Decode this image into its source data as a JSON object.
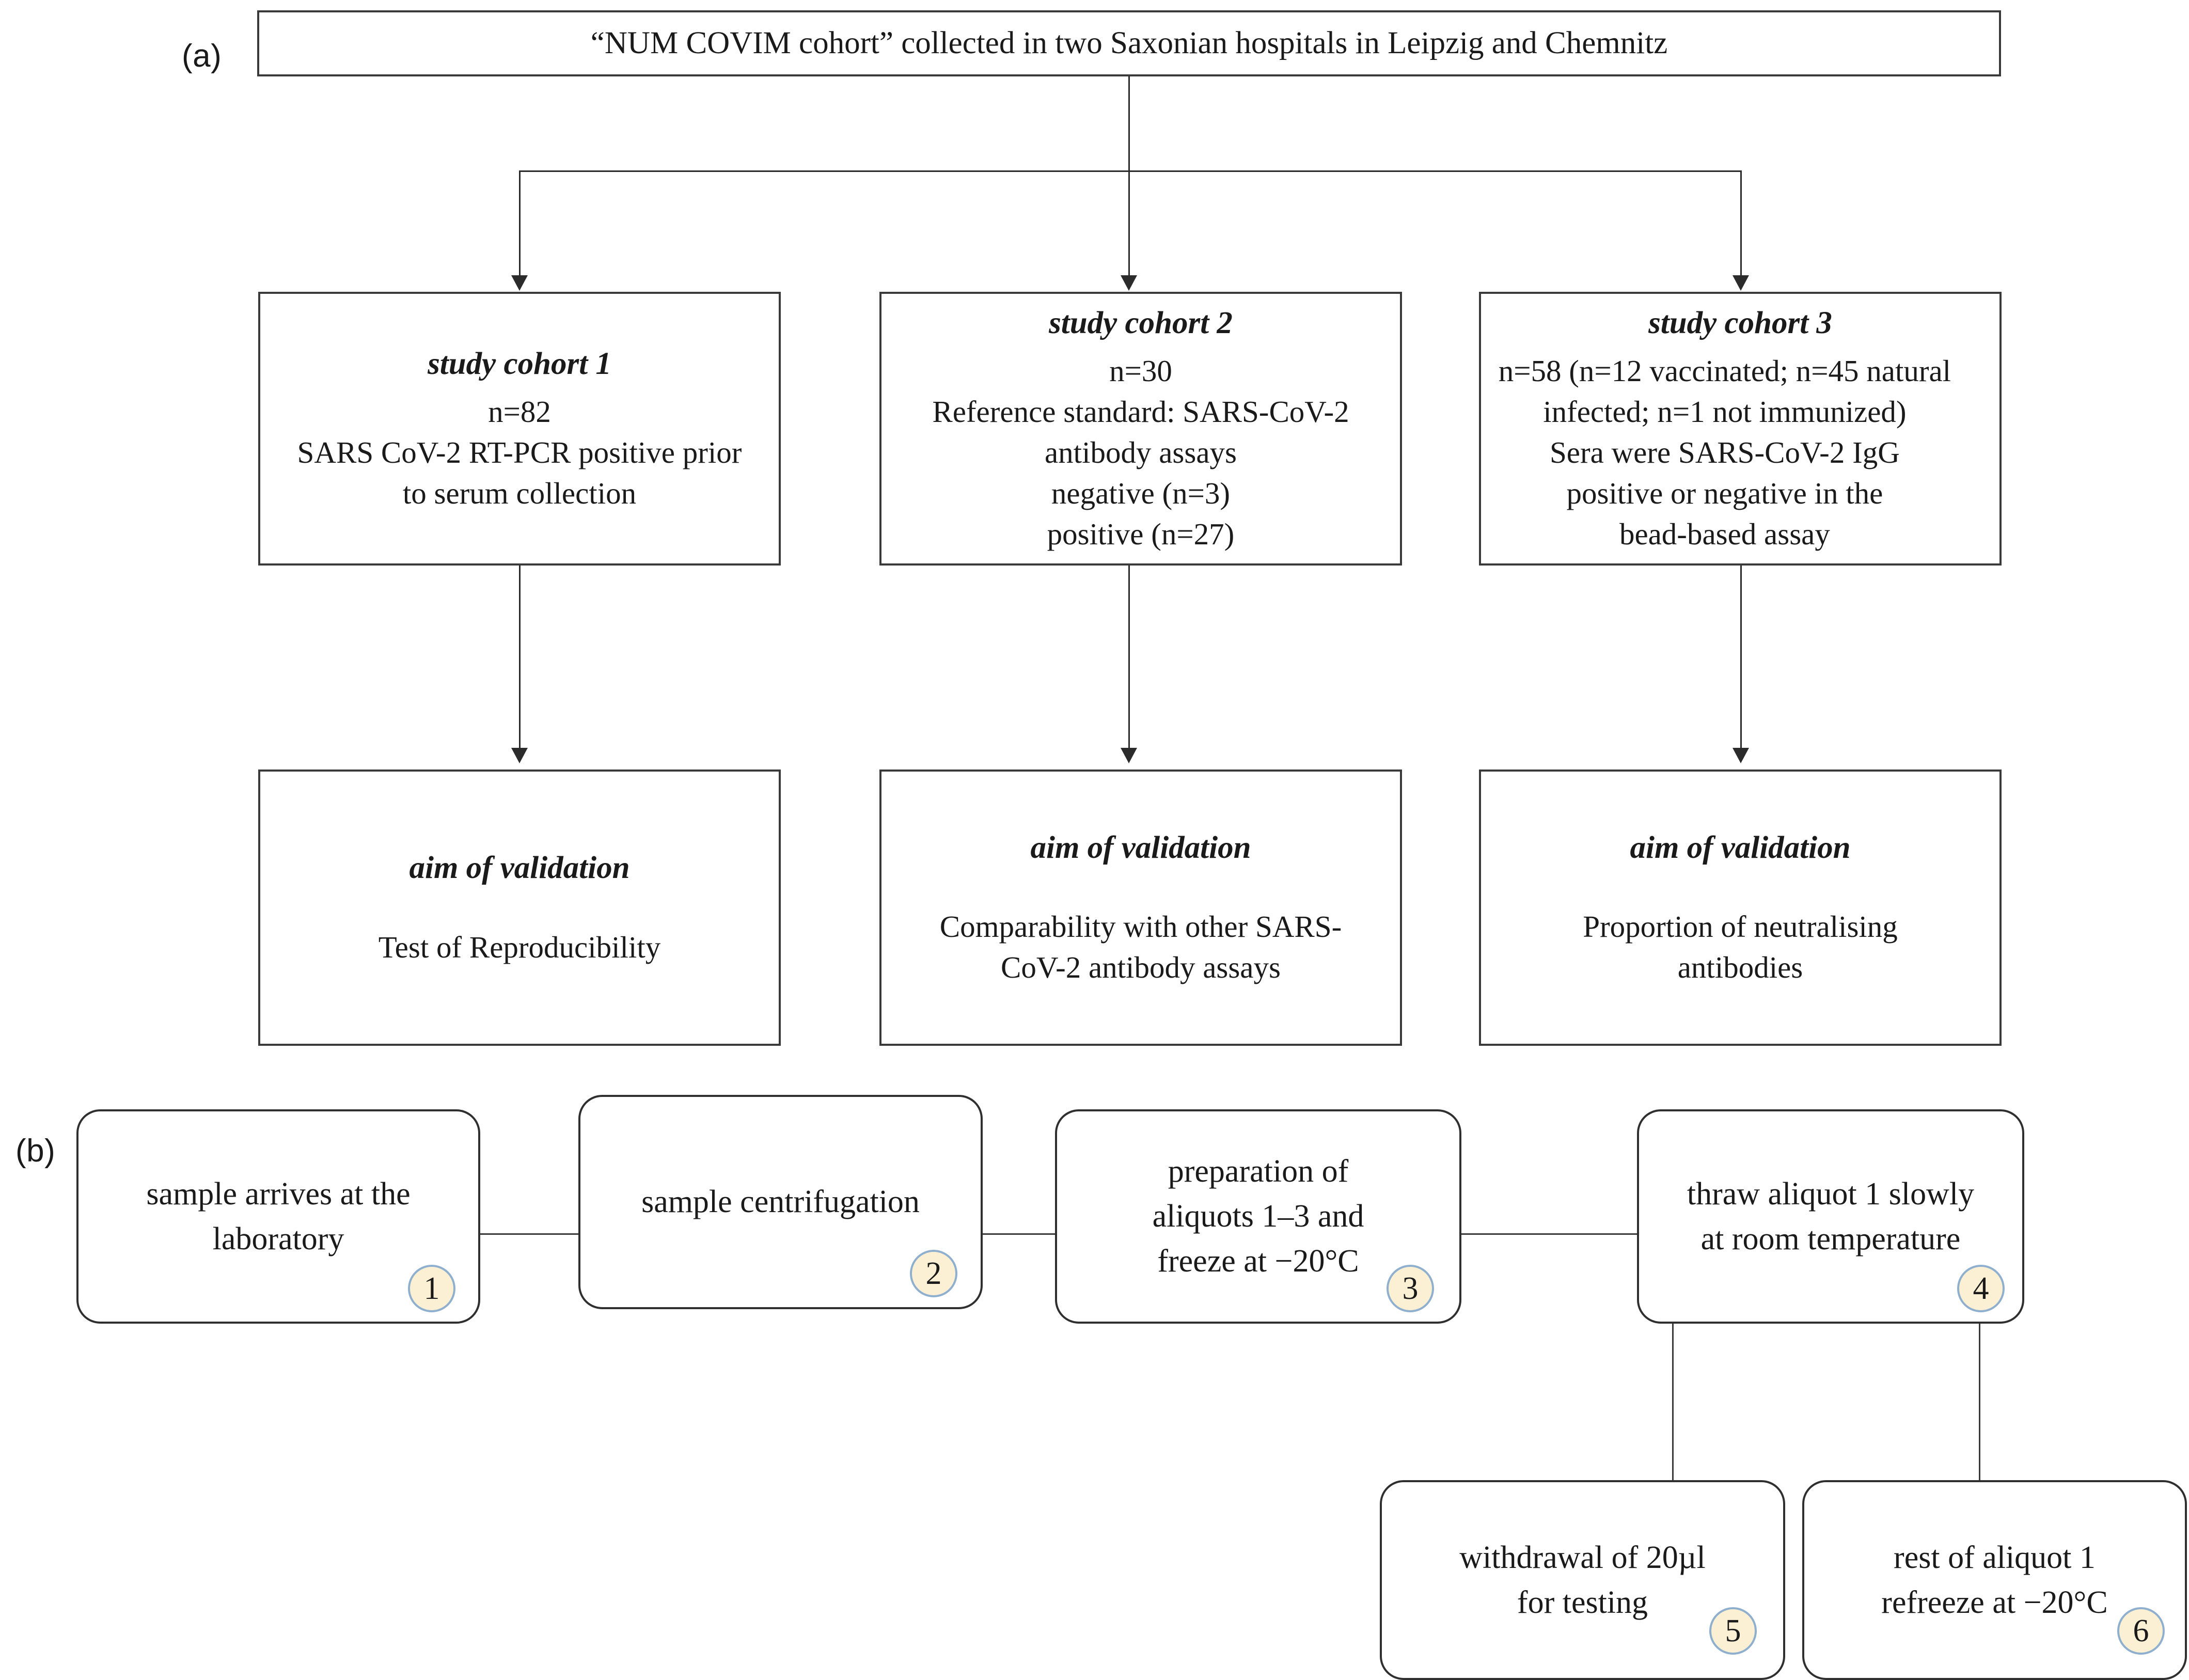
{
  "figure": {
    "panel_a_label": "(a)",
    "panel_b_label": "(b)"
  },
  "panel_a": {
    "title_box": {
      "text": "“NUM COVIM cohort” collected in two Saxonian hospitals in Leipzig and Chemnitz"
    },
    "cohorts": [
      {
        "heading": "study cohort 1",
        "body": "n=82\nSARS CoV-2 RT-PCR positive prior\nto serum collection"
      },
      {
        "heading": "study cohort 2",
        "body": "n=30\nReference standard: SARS-CoV-2\nantibody assays\nnegative (n=3)\npositive (n=27)"
      },
      {
        "heading": "study cohort 3",
        "body": "n=58 (n=12 vaccinated; n=45 natural\ninfected; n=1 not immunized)\nSera were SARS-CoV-2 IgG\npositive or negative in the\nbead-based assay"
      }
    ],
    "aims": [
      {
        "heading": "aim of validation",
        "body": "Test of Reproducibility"
      },
      {
        "heading": "aim of validation",
        "body": "Comparability with other SARS-\nCoV-2 antibody assays"
      },
      {
        "heading": "aim of validation",
        "body": "Proportion of neutralising\nantibodies"
      }
    ]
  },
  "panel_b": {
    "steps": [
      {
        "number": "1",
        "text": "sample arrives at the\nlaboratory"
      },
      {
        "number": "2",
        "text": "sample centrifugation"
      },
      {
        "number": "3",
        "text": "preparation of\naliquots 1–3 and\nfreeze at −20°C"
      },
      {
        "number": "4",
        "text": "thraw aliquot 1 slowly\nat room temperature"
      },
      {
        "number": "5",
        "text": "withdrawal of 20µl\nfor testing"
      },
      {
        "number": "6",
        "text": "rest of aliquot 1\nrefreeze at −20°C"
      }
    ]
  },
  "colors": {
    "badge_fill": "#FBF0D3",
    "badge_border": "#8FAFCF",
    "box_border": "#3a3a3a",
    "connector": "#2b2b2b",
    "background": "#ffffff"
  }
}
